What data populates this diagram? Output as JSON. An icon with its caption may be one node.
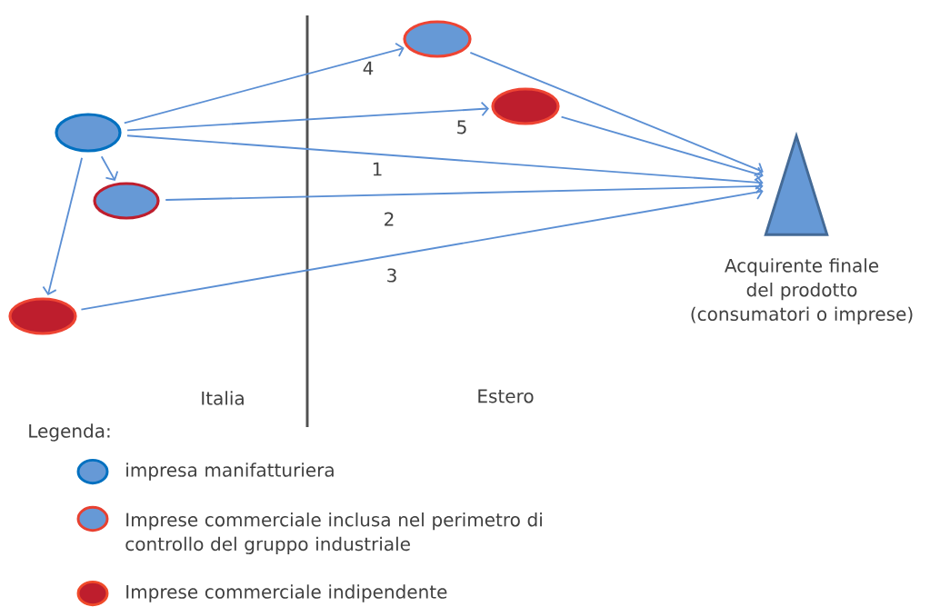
{
  "diagram": {
    "nodes": [
      {
        "text": [],
        "shape": "ellipse"
      },
      {
        "text": [],
        "shape": "ellipse"
      },
      {
        "text": [],
        "shape": "ellipse"
      },
      {
        "text": [],
        "shape": "ellipse"
      },
      {
        "text": [],
        "shape": "ellipse"
      },
      {
        "text": [],
        "shape": "triangle",
        "beside": [
          "Acquirente finale del prodotto (consumatori o imprese)"
        ]
      }
    ],
    "edges": [
      {
        "from": 0,
        "to": 1,
        "arrow": "to",
        "label": "4"
      },
      {
        "from": 0,
        "to": 2,
        "arrow": "to",
        "label": "5"
      },
      {
        "from": 0,
        "to": 5,
        "arrow": "to",
        "label": "1"
      },
      {
        "from": 3,
        "to": 5,
        "arrow": "to",
        "label": "2"
      },
      {
        "from": 4,
        "to": 5,
        "arrow": "to",
        "label": "3"
      },
      {
        "from": 1,
        "to": 5,
        "arrow": "to"
      },
      {
        "from": 2,
        "to": 5,
        "arrow": "to"
      },
      {
        "from": 0,
        "to": 3,
        "arrow": "to"
      },
      {
        "from": 0,
        "to": 4,
        "arrow": "to"
      }
    ],
    "labels": [
      "Italia",
      "Estero",
      "Legenda:"
    ],
    "legend": [
      {
        "text": "impresa manifatturiera",
        "color": "#6699d6"
      },
      {
        "text": "Imprese commerciale inclusa nel perimetro di controllo del gruppo industriale",
        "color": "#6699d6"
      },
      {
        "text": "Imprese commerciale indipendente",
        "color": "#be1e2d"
      }
    ]
  }
}
